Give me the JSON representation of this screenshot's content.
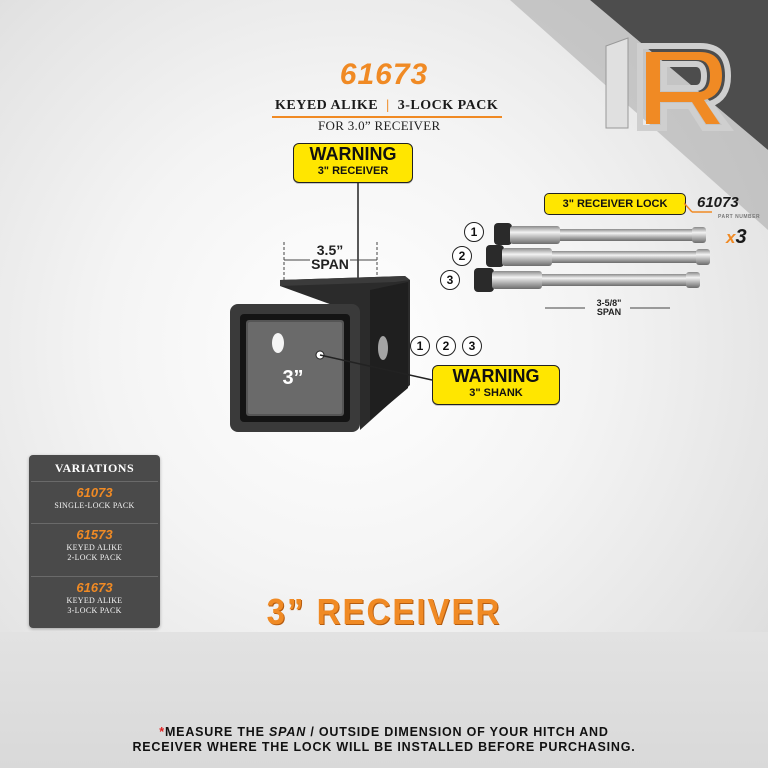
{
  "product": {
    "part_number": "61673",
    "keyed_alike": "KEYED ALIKE",
    "pack_type": "3-LOCK PACK",
    "separator": "|",
    "for_receiver": "FOR 3.0” RECEIVER"
  },
  "warnings": {
    "receiver": {
      "title": "WARNING",
      "subtitle": "3\" RECEIVER"
    },
    "shank": {
      "title": "WARNING",
      "subtitle": "3\" SHANK"
    }
  },
  "receiver_diagram": {
    "span_value": "3.5”",
    "span_word": "SPAN",
    "inner_size": "3”"
  },
  "lock": {
    "label": "3\" RECEIVER LOCK",
    "part_number": "61073",
    "part_number_label": "PART NUMBER",
    "qty_prefix": "x",
    "qty": "3",
    "span_value": "3-5/8\"",
    "span_word": "SPAN",
    "markers": [
      "1",
      "2",
      "3"
    ]
  },
  "hole_markers": [
    "1",
    "2",
    "3"
  ],
  "variations": {
    "title": "VARIATIONS",
    "items": [
      {
        "number": "61073",
        "desc1": "SINGLE-LOCK PACK",
        "desc2": ""
      },
      {
        "number": "61573",
        "desc1": "KEYED ALIKE",
        "desc2": "2-LOCK PACK"
      },
      {
        "number": "61673",
        "desc1": "KEYED ALIKE",
        "desc2": "3-LOCK PACK"
      }
    ]
  },
  "heading": "3” RECEIVER",
  "disclaimer": {
    "asterisk": "*",
    "pre": "MEASURE THE ",
    "emph": "SPAN",
    "post": " / OUTSIDE DIMENSION OF YOUR HITCH AND",
    "line2": "RECEIVER WHERE THE LOCK WILL BE INSTALLED BEFORE PURCHASING."
  },
  "colors": {
    "accent": "#f08a24",
    "warning_yellow": "#ffe600",
    "panel": "#4a4a4a",
    "corner": "#575757"
  }
}
